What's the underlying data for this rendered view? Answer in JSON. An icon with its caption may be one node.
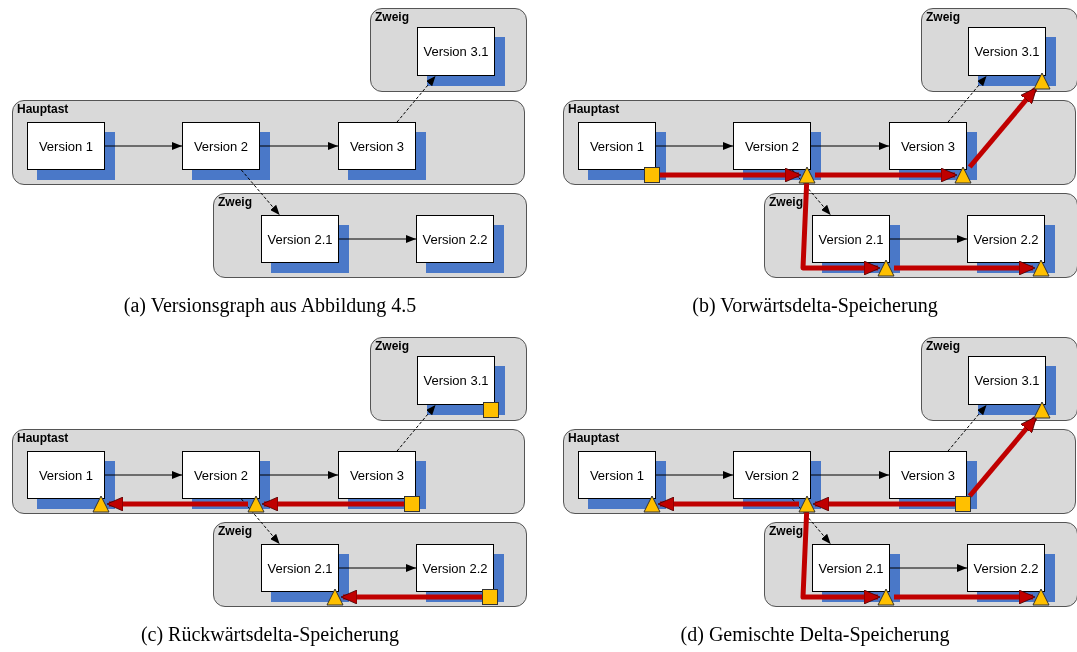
{
  "diagram": {
    "nodes": [
      {
        "text": [
          "Zweig"
        ]
      },
      {
        "text": [
          "Version 3.1"
        ],
        "in": 0
      },
      {
        "text": [
          "Hauptast"
        ]
      },
      {
        "text": [
          "Version 1"
        ],
        "in": 2
      },
      {
        "text": [
          "Version 2"
        ],
        "in": 2
      },
      {
        "text": [
          "Version 3"
        ],
        "in": 2
      },
      {
        "text": [
          "Zweig"
        ]
      },
      {
        "text": [
          "Version 2.1"
        ],
        "in": 6
      },
      {
        "text": [
          "Version 2.2"
        ],
        "in": 6
      },
      {
        "text": [
          "Zweig"
        ]
      },
      {
        "text": [
          "Version 3.1"
        ],
        "in": 9
      },
      {
        "text": [
          "Hauptast"
        ]
      },
      {
        "text": [
          "Version 1"
        ],
        "in": 11
      },
      {
        "text": [
          "Version 2"
        ],
        "in": 11
      },
      {
        "text": [
          "Version 3"
        ],
        "in": 11
      },
      {
        "text": [
          "Zweig"
        ]
      },
      {
        "text": [
          "Version 2.1"
        ],
        "in": 15
      },
      {
        "text": [
          "Version 2.2"
        ],
        "in": 15
      },
      {
        "text": [],
        "shape": "triangle",
        "in": 9
      },
      {
        "text": [],
        "shape": "box",
        "in": 11
      },
      {
        "text": [],
        "shape": "triangle",
        "in": 11
      },
      {
        "text": [],
        "shape": "triangle",
        "in": 11
      },
      {
        "text": [],
        "shape": "triangle",
        "in": 15
      },
      {
        "text": [],
        "shape": "triangle",
        "in": 15
      },
      {
        "text": [
          "Zweig"
        ]
      },
      {
        "text": [
          "Version 3.1"
        ],
        "in": 24
      },
      {
        "text": [
          "Hauptast"
        ]
      },
      {
        "text": [
          "Version 1"
        ],
        "in": 26
      },
      {
        "text": [
          "Version 2"
        ],
        "in": 26
      },
      {
        "text": [
          "Version 3"
        ],
        "in": 26
      },
      {
        "text": [
          "Zweig"
        ]
      },
      {
        "text": [
          "Version 2.1"
        ],
        "in": 30
      },
      {
        "text": [
          "Version 2.2"
        ],
        "in": 30
      },
      {
        "text": [],
        "shape": "box",
        "in": 24
      },
      {
        "text": [],
        "shape": "triangle",
        "in": 26
      },
      {
        "text": [],
        "shape": "triangle",
        "in": 26
      },
      {
        "text": [],
        "shape": "box",
        "in": 26
      },
      {
        "text": [],
        "shape": "triangle",
        "in": 30
      },
      {
        "text": [],
        "shape": "box",
        "in": 30
      },
      {
        "text": [
          "Zweig"
        ]
      },
      {
        "text": [
          "Version 3.1"
        ],
        "in": 39
      },
      {
        "text": [
          "Hauptast"
        ]
      },
      {
        "text": [
          "Version 1"
        ],
        "in": 41
      },
      {
        "text": [
          "Version 2"
        ],
        "in": 41
      },
      {
        "text": [
          "Version 3"
        ],
        "in": 41
      },
      {
        "text": [
          "Zweig"
        ]
      },
      {
        "text": [
          "Version 2.1"
        ],
        "in": 45
      },
      {
        "text": [
          "Version 2.2"
        ],
        "in": 45
      },
      {
        "text": [],
        "shape": "triangle",
        "in": 39
      },
      {
        "text": [],
        "shape": "triangle",
        "in": 41
      },
      {
        "text": [],
        "shape": "triangle",
        "in": 41
      },
      {
        "text": [],
        "shape": "box",
        "in": 41
      },
      {
        "text": [],
        "shape": "triangle",
        "in": 45
      },
      {
        "text": [],
        "shape": "triangle",
        "in": 45
      }
    ],
    "edges": [
      {
        "from": 3,
        "to": 4,
        "arrow": "to"
      },
      {
        "from": 4,
        "to": 5,
        "arrow": "to"
      },
      {
        "from": 5,
        "to": 1,
        "arrow": "to",
        "style": "dashed"
      },
      {
        "from": 4,
        "to": 7,
        "arrow": "to",
        "style": "dashed"
      },
      {
        "from": 7,
        "to": 8,
        "arrow": "to"
      },
      {
        "from": 12,
        "to": 13,
        "arrow": "to"
      },
      {
        "from": 13,
        "to": 14,
        "arrow": "to"
      },
      {
        "from": 14,
        "to": 10,
        "arrow": "to",
        "style": "dashed"
      },
      {
        "from": 13,
        "to": 16,
        "arrow": "to",
        "style": "dashed"
      },
      {
        "from": 16,
        "to": 17,
        "arrow": "to"
      },
      {
        "from": 19,
        "to": 20,
        "arrow": "to",
        "style": "thick",
        "color": "#c00000"
      },
      {
        "from": 20,
        "to": 21,
        "arrow": "to",
        "style": "thick",
        "color": "#c00000"
      },
      {
        "from": 21,
        "to": 18,
        "arrow": "to",
        "style": "thick",
        "color": "#c00000"
      },
      {
        "from": 20,
        "to": 22,
        "arrow": "to",
        "style": "thick",
        "color": "#c00000"
      },
      {
        "from": 22,
        "to": 23,
        "arrow": "to",
        "style": "thick",
        "color": "#c00000"
      },
      {
        "from": 27,
        "to": 28,
        "arrow": "to"
      },
      {
        "from": 28,
        "to": 29,
        "arrow": "to"
      },
      {
        "from": 29,
        "to": 25,
        "arrow": "to",
        "style": "dashed"
      },
      {
        "from": 28,
        "to": 31,
        "arrow": "to",
        "style": "dashed"
      },
      {
        "from": 31,
        "to": 32,
        "arrow": "to"
      },
      {
        "from": 36,
        "to": 35,
        "arrow": "to",
        "style": "thick",
        "color": "#c00000"
      },
      {
        "from": 35,
        "to": 34,
        "arrow": "to",
        "style": "thick",
        "color": "#c00000"
      },
      {
        "from": 38,
        "to": 37,
        "arrow": "to",
        "style": "thick",
        "color": "#c00000"
      },
      {
        "from": 42,
        "to": 43,
        "arrow": "to"
      },
      {
        "from": 43,
        "to": 44,
        "arrow": "to"
      },
      {
        "from": 44,
        "to": 40,
        "arrow": "to",
        "style": "dashed"
      },
      {
        "from": 43,
        "to": 46,
        "arrow": "to",
        "style": "dashed"
      },
      {
        "from": 46,
        "to": 47,
        "arrow": "to"
      },
      {
        "from": 51,
        "to": 50,
        "arrow": "to",
        "style": "thick",
        "color": "#c00000"
      },
      {
        "from": 50,
        "to": 49,
        "arrow": "to",
        "style": "thick",
        "color": "#c00000"
      },
      {
        "from": 51,
        "to": 48,
        "arrow": "to",
        "style": "thick",
        "color": "#c00000"
      },
      {
        "from": 50,
        "to": 52,
        "arrow": "to",
        "style": "thick",
        "color": "#c00000"
      },
      {
        "from": 52,
        "to": 53,
        "arrow": "to",
        "style": "thick",
        "color": "#c00000"
      }
    ],
    "labels": [
      "(a) Versionsgraph aus Abbildung 4.5",
      "(b) Vorwärtsdelta-Speicherung",
      "(c) Rückwärtsdelta-Speicherung",
      "(d) Gemischte Delta-Speicherung"
    ]
  }
}
